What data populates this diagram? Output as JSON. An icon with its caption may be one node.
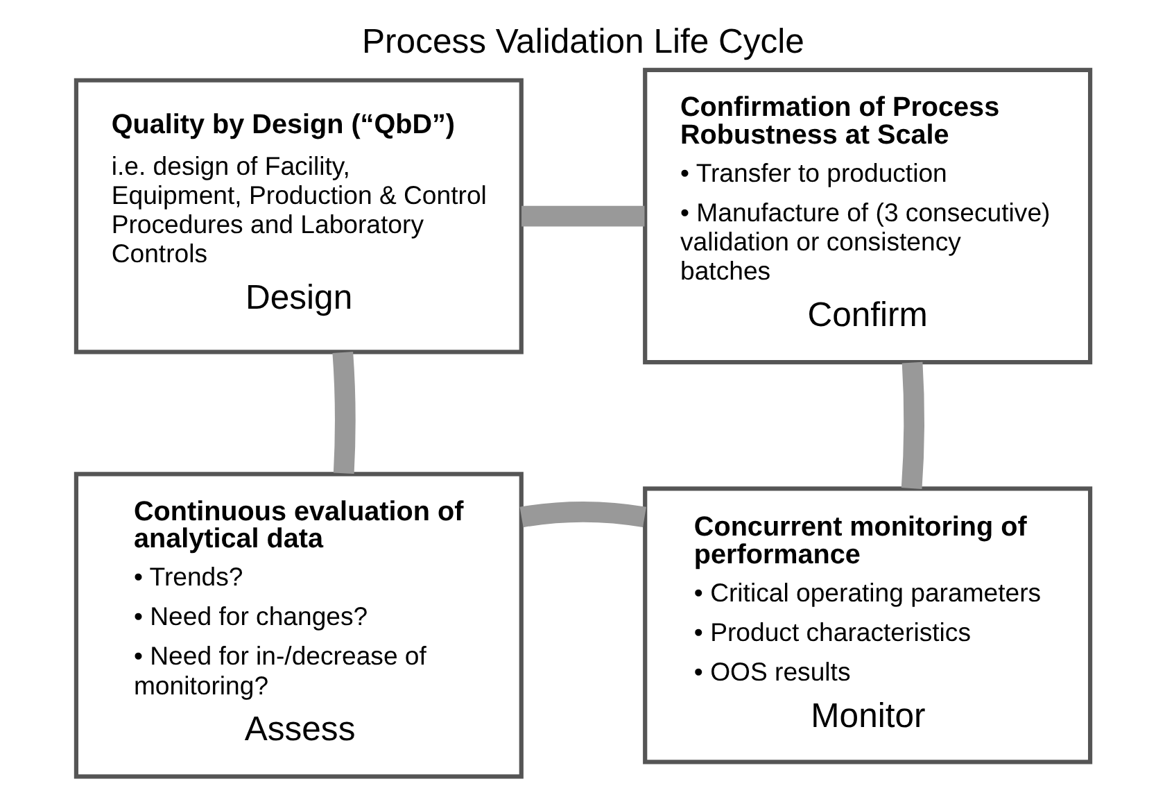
{
  "diagram": {
    "title": "Process Validation Life Cycle",
    "nodes": [
      {
        "text": [
          "Quality by Design (“QbD”)",
          "i.e. design of Facility, Equipment, Production & Control Procedures and Laboratory Controls",
          "Design"
        ]
      },
      {
        "text": [
          "Confirmation of Process Robustness at Scale",
          "• Transfer to production",
          "• Manufacture of (3 consecutive) validation or consistency batches",
          "Confirm"
        ]
      },
      {
        "text": [
          "Continuous evaluation of analytical data",
          "• Trends?",
          "• Need for changes?",
          "• Need for in-/decrease of monitoring?",
          "Assess"
        ]
      },
      {
        "text": [
          "Concurrent monitoring of performance",
          "• Critical operating parameters",
          "• Product characteristics",
          "• OOS results",
          "Monitor"
        ]
      }
    ],
    "edges": [
      {
        "from": 0,
        "to": 1,
        "arrow": "none"
      },
      {
        "from": 1,
        "to": 3,
        "arrow": "none"
      },
      {
        "from": 3,
        "to": 2,
        "arrow": "none"
      },
      {
        "from": 2,
        "to": 0,
        "arrow": "none"
      }
    ]
  }
}
